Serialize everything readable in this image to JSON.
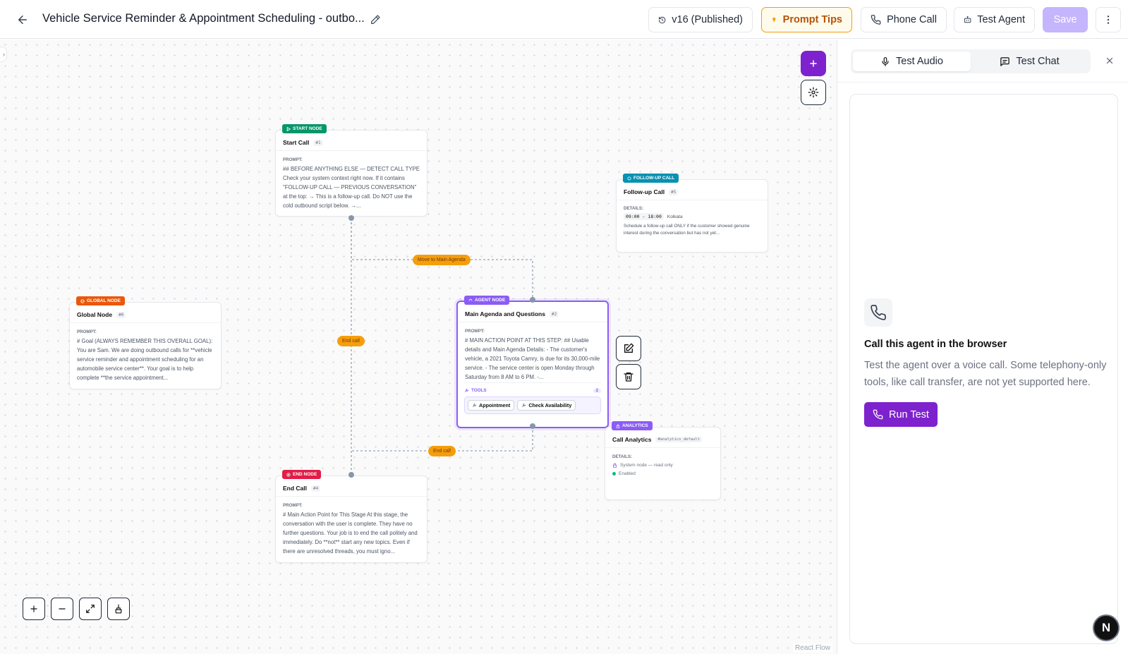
{
  "header": {
    "title": "Vehicle Service Reminder & Appointment Scheduling - outbo...",
    "version_label": "v16 (Published)",
    "prompt_tips_label": "Prompt Tips",
    "phone_call_label": "Phone Call",
    "test_agent_label": "Test Agent",
    "save_label": "Save"
  },
  "flow": {
    "start": {
      "badge": "START NODE",
      "name": "Start Call",
      "id": "#1",
      "section": "PROMPT:",
      "text": "## BEFORE ANYTHING ELSE — DETECT CALL TYPE Check your system context right now. If it contains \"FOLLOW-UP CALL — PREVIOUS CONVERSATION\" at the top: → This is a follow-up call. Do NOT use the cold outbound script below. →..."
    },
    "followup": {
      "badge": "FOLLOW-UP CALL",
      "name": "Follow-up Call",
      "id": "#5",
      "section": "DETAILS:",
      "time": "09:00 - 18:00",
      "timezone": "Kolkata",
      "text": "Schedule a follow-up call ONLY if the customer showed genuine interest during the conversation but has not yet..."
    },
    "global": {
      "badge": "GLOBAL NODE",
      "name": "Global Node",
      "id": "#0",
      "section": "PROMPT:",
      "text": "# Goal (ALWAYS REMEMBER THIS OVERALL GOAL): You are Sam. We are doing outbound calls for **vehicle service reminder and appointment scheduling for an automobile service center**. Your goal is to help complete **the service appointment..."
    },
    "agent": {
      "badge": "AGENT NODE",
      "name": "Main Agenda and Questions",
      "id": "#2",
      "section": "PROMPT:",
      "text": "# MAIN ACTION POINT AT THIS STEP: ## Usable details and Main Agenda Details: - The customer's vehicle, a 2021 Toyota Camry, is due for its 30,000-mile service. - The service center is open Monday through Saturday from 8 AM to 6 PM. -...",
      "tools_label": "TOOLS",
      "tools_count": "2",
      "tools": [
        "Appointment",
        "Check Availability"
      ]
    },
    "analytics": {
      "badge": "ANALYTICS",
      "name": "Call Analytics",
      "id": "#analytics_default",
      "section": "DETAILS:",
      "line1": "System node — read only",
      "line2": "Enabled"
    },
    "end": {
      "badge": "END NODE",
      "name": "End Call",
      "id": "#4",
      "section": "PROMPT:",
      "text": "# Main Action Point for This Stage At this stage, the conversation with the user is complete. They have no further questions. Your job is to end the call politely and immediately. Do **not** start any new topics. Even if there are unresolved threads, you must igno..."
    },
    "edges": {
      "move_to_main": "Move to Main Agenda",
      "end_call_left": "End call",
      "end_call_bottom": "End call"
    },
    "attribution": "React Flow"
  },
  "panel": {
    "tab_audio": "Test Audio",
    "tab_chat": "Test Chat",
    "card_title": "Call this agent in the browser",
    "card_desc": "Test the agent over a voice call. Some telephony-only tools, like call transfer, are not yet supported here.",
    "run_label": "Run Test"
  },
  "corner_logo": "N",
  "colors": {
    "accent": "#7e22ce",
    "start": "#059669",
    "followup": "#0891b2",
    "global": "#ea580c",
    "agent": "#8b5cf6",
    "analytics": "#8b5cf6",
    "end": "#e11d48",
    "edge_label": "#f59e0b"
  },
  "icons": [
    "arrow-left-icon",
    "pencil-icon",
    "history-icon",
    "bulb-icon",
    "phone-icon",
    "bot-icon",
    "more-vertical-icon",
    "plus-icon",
    "gear-icon",
    "edit-icon",
    "trash-icon",
    "zoom-in-icon",
    "zoom-out-icon",
    "fit-view-icon",
    "clean-layout-icon",
    "mic-icon",
    "chat-icon",
    "close-icon"
  ]
}
